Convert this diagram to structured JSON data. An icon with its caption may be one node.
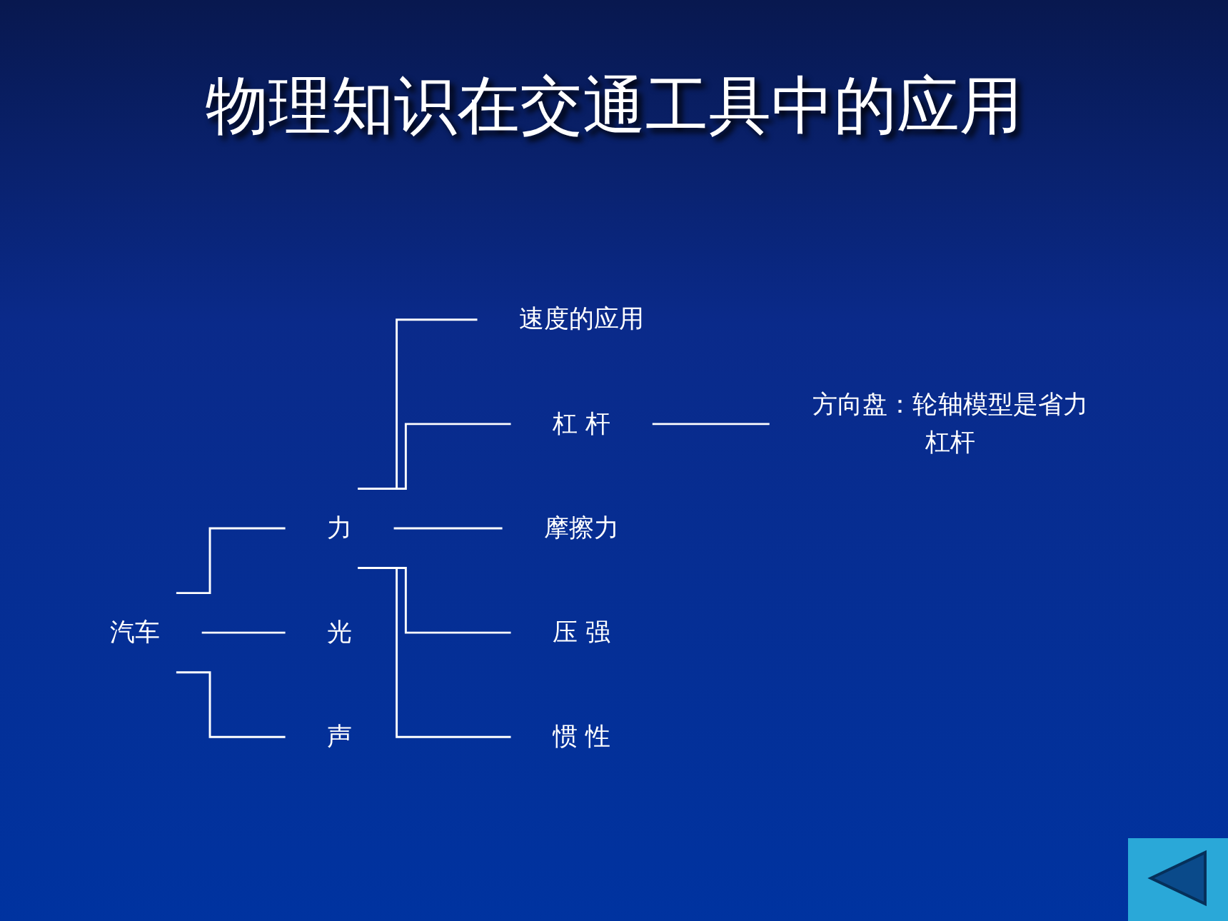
{
  "diagram": {
    "title": "物理知识在交通工具中的应用",
    "nodes": [
      {
        "text": [
          "汽车"
        ]
      },
      {
        "text": [
          "力"
        ]
      },
      {
        "text": [
          "速度的应用"
        ]
      },
      {
        "text": [
          "杠 杆"
        ]
      },
      {
        "text": [
          "方向盘：轮轴模型是省力杠杆"
        ]
      },
      {
        "text": [
          "摩擦力"
        ]
      },
      {
        "text": [
          "压 强"
        ]
      },
      {
        "text": [
          "惯 性"
        ]
      },
      {
        "text": [
          "光"
        ]
      },
      {
        "text": [
          "声"
        ]
      }
    ],
    "edges": [
      {
        "from": 0,
        "to": 1,
        "arrow": "none"
      },
      {
        "from": 1,
        "to": 2,
        "arrow": "none"
      },
      {
        "from": 1,
        "to": 3,
        "arrow": "none"
      },
      {
        "from": 3,
        "to": 4,
        "arrow": "none"
      },
      {
        "from": 1,
        "to": 5,
        "arrow": "none"
      },
      {
        "from": 1,
        "to": 6,
        "arrow": "none"
      },
      {
        "from": 1,
        "to": 7,
        "arrow": "none"
      },
      {
        "from": 0,
        "to": 8,
        "arrow": "none"
      },
      {
        "from": 0,
        "to": 9,
        "arrow": "none"
      }
    ]
  }
}
